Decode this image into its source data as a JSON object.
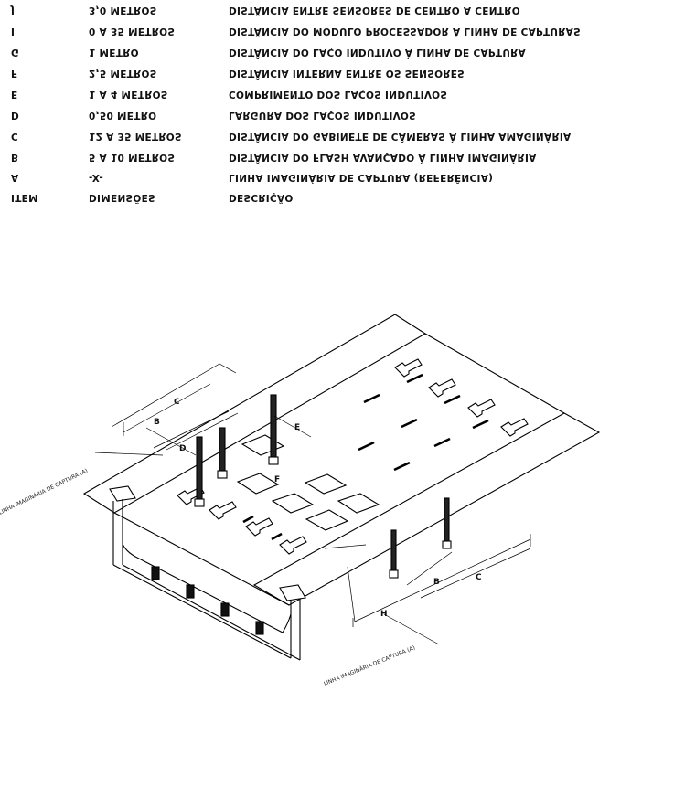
{
  "legend": {
    "rows": [
      {
        "item": "J",
        "dimension": "3,0 METROS",
        "description": "DISTÂNCIA ENTRE SENSORES DE CENTRO A CENTRO"
      },
      {
        "item": "I",
        "dimension": "0 A 35 METROS",
        "description": "DISTÂNCIA DO MÓDULO PROCESSADOR À LINHA DE CAPTURAS"
      },
      {
        "item": "G",
        "dimension": "1 METRO",
        "description": "DISTÂNCIA DO LAÇO INDUTIVO À LINHA DE CAPTURA"
      },
      {
        "item": "F",
        "dimension": "2,5 METROS",
        "description": "DISTÂNCIA INTERNA ENTRE OS SENSORES"
      },
      {
        "item": "E",
        "dimension": "1 A 4 METROS",
        "description": "COMPRIMENTO DOS LAÇOS INDUTIVOS"
      },
      {
        "item": "D",
        "dimension": "0,50 METRO",
        "description": "LARGURA DOS LAÇOS INDUTIVOS"
      },
      {
        "item": "C",
        "dimension": "12 A 35 METROS",
        "description": "DISTÂNCIA DO GABINETE DE CÂMERAS À LINHA AMAGINÁRIA"
      },
      {
        "item": "B",
        "dimension": "5 A 10 METROS",
        "description": "DISTÂNCIA DO FLASH AVANÇADO À LINHA IMAGINÁRIA"
      },
      {
        "item": "A",
        "dimension": "-X-",
        "description": "LINHA IMAGINÁRIA DE CAPTURA (REFERÊNCIA)"
      },
      {
        "item": "ITEM",
        "dimension": "DIMENSÕES",
        "description": "DESCRIÇÃO"
      }
    ]
  },
  "drawing": {
    "label_capture_line_left": "LINHA IMAGINÁRIA DE CAPTURA (A)",
    "label_capture_line_right": "LINHA IMAGINÁRIA DE CAPTURA (A)",
    "dim_letters": {
      "b1": "B",
      "c1": "C",
      "d1": "D",
      "e1": "E",
      "f1": "F",
      "b2": "B",
      "c2": "C",
      "h2": "H"
    }
  }
}
